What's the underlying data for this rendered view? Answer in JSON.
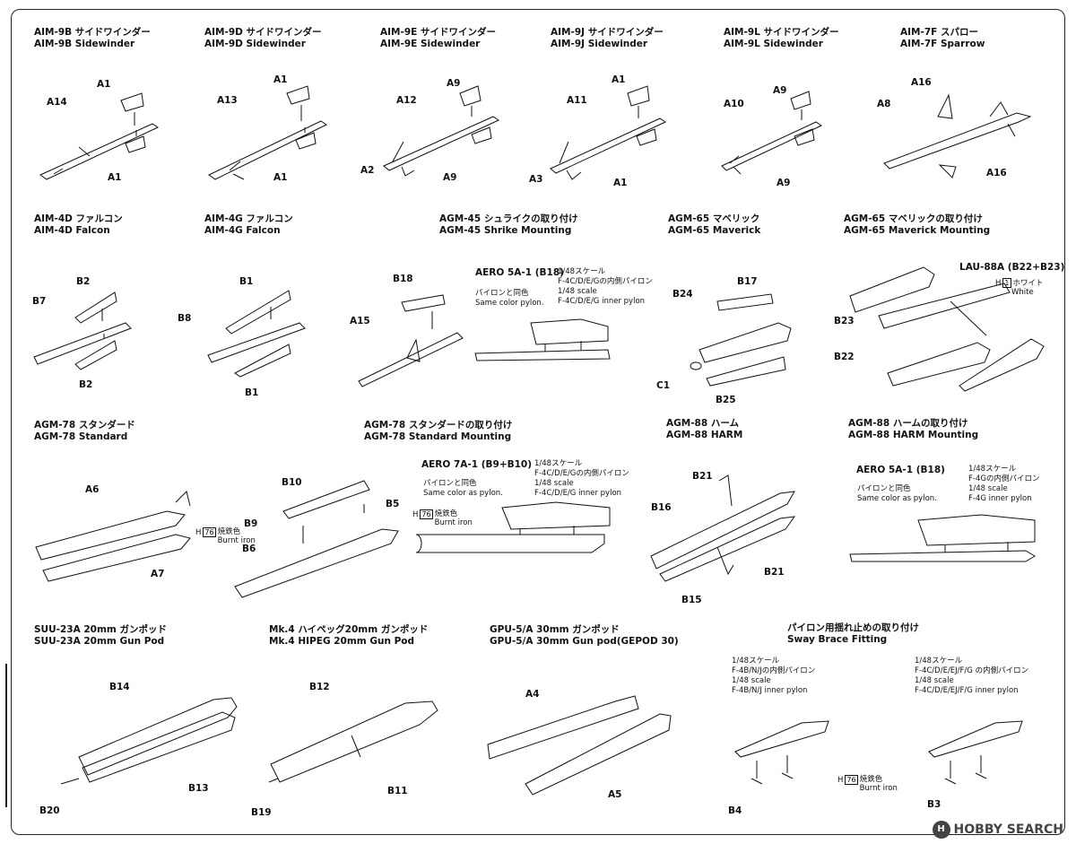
{
  "titles": {
    "aim9b": {
      "jp": "AIM-9B サイドワインダー",
      "en": "AIM-9B Sidewinder"
    },
    "aim9d": {
      "jp": "AIM-9D サイドワインダー",
      "en": "AIM-9D Sidewinder"
    },
    "aim9e": {
      "jp": "AIM-9E サイドワインダー",
      "en": "AIM-9E Sidewinder"
    },
    "aim9j": {
      "jp": "AIM-9J サイドワインダー",
      "en": "AIM-9J Sidewinder"
    },
    "aim9l": {
      "jp": "AIM-9L サイドワインダー",
      "en": "AIM-9L Sidewinder"
    },
    "aim7f": {
      "jp": "AIM-7F スパロー",
      "en": "AIM-7F Sparrow"
    },
    "aim4d": {
      "jp": "AIM-4D ファルコン",
      "en": "AIM-4D Falcon"
    },
    "aim4g": {
      "jp": "AIM-4G ファルコン",
      "en": "AIM-4G Falcon"
    },
    "agm45": {
      "jp": "AGM-45 シュライクの取り付け",
      "en": "AGM-45 Shrike Mounting"
    },
    "agm65": {
      "jp": "AGM-65 マベリック",
      "en": "AGM-65 Maverick"
    },
    "agm65m": {
      "jp": "AGM-65 マベリックの取り付け",
      "en": "AGM-65 Maverick Mounting"
    },
    "agm78": {
      "jp": "AGM-78 スタンダード",
      "en": "AGM-78 Standard"
    },
    "agm78m": {
      "jp": "AGM-78 スタンダードの取り付け",
      "en": "AGM-78 Standard Mounting"
    },
    "agm88": {
      "jp": "AGM-88 ハーム",
      "en": "AGM-88 HARM"
    },
    "agm88m": {
      "jp": "AGM-88 ハームの取り付け",
      "en": "AGM-88 HARM Mounting"
    },
    "suu23": {
      "jp": "SUU-23A 20mm ガンポッド",
      "en": "SUU-23A 20mm Gun Pod"
    },
    "mk4": {
      "jp": "Mk.4 ハイペッグ20mm ガンポッド",
      "en": "Mk.4 HIPEG 20mm Gun Pod"
    },
    "gpu5": {
      "jp": "GPU-5/A 30mm ガンポッド",
      "en": "GPU-5/A 30mm Gun pod(GEPOD 30)"
    },
    "sway": {
      "jp": "パイロン用揺れ止めの取り付け",
      "en": "Sway Brace Fitting"
    }
  },
  "pylon_notes": {
    "aero5a1_agm45": {
      "name": "AERO 5A-1 (B18)",
      "same_jp": "パイロンと同色",
      "same_en": "Same color pylon.",
      "scale_jp": "1/48スケール",
      "pylon_jp": "F-4C/D/E/Gの内側パイロン",
      "scale_en": "1/48 scale",
      "pylon_en": "F-4C/D/E/G inner pylon"
    },
    "lau88a": {
      "name": "LAU-88A (B22+B23)",
      "paint_code": "1",
      "paint_jp": "ホワイト",
      "paint_en": "White"
    },
    "aero7a1": {
      "name": "AERO 7A-1 (B9+B10)",
      "same_jp": "パイロンと同色",
      "same_en": "Same color as pylon.",
      "scale_jp": "1/48スケール",
      "pylon_jp": "F-4C/D/E/Gの内側パイロン",
      "scale_en": "1/48 scale",
      "pylon_en": "F-4C/D/E/G inner pylon"
    },
    "aero5a1_agm88": {
      "name": "AERO 5A-1 (B18)",
      "same_jp": "パイロンと同色",
      "same_en": "Same color as pylon.",
      "scale_jp": "1/48スケール",
      "pylon_jp": "F-4Gの内側パイロン",
      "scale_en": "1/48 scale",
      "pylon_en": "F-4G inner pylon"
    },
    "sway_left": {
      "scale_jp": "1/48スケール",
      "pylon_jp": "F-4B/N/Jの内側パイロン",
      "scale_en": "1/48 scale",
      "pylon_en": "F-4B/N/J inner pylon"
    },
    "sway_right": {
      "scale_jp": "1/48スケール",
      "pylon_jp": "F-4C/D/E/EJ/F/G の内側パイロン",
      "scale_en": "1/48 scale",
      "pylon_en": "F-4C/D/E/EJ/F/G inner pylon"
    }
  },
  "paint_burnt_iron": {
    "code": "76",
    "jp": "焼鉄色",
    "en": "Burnt iron"
  },
  "paint_prefix": "H",
  "parts": {
    "a1": "A1",
    "a2": "A2",
    "a3": "A3",
    "a4": "A4",
    "a5": "A5",
    "a6": "A6",
    "a7": "A7",
    "a8": "A8",
    "a9": "A9",
    "a10": "A10",
    "a11": "A11",
    "a12": "A12",
    "a13": "A13",
    "a14": "A14",
    "a15": "A15",
    "a16": "A16",
    "b1": "B1",
    "b2": "B2",
    "b3": "B3",
    "b4": "B4",
    "b5": "B5",
    "b6": "B6",
    "b7": "B7",
    "b8": "B8",
    "b9": "B9",
    "b10": "B10",
    "b11": "B11",
    "b12": "B12",
    "b13": "B13",
    "b14": "B14",
    "b15": "B15",
    "b16": "B16",
    "b17": "B17",
    "b18": "B18",
    "b19": "B19",
    "b20": "B20",
    "b21": "B21",
    "b22": "B22",
    "b23": "B23",
    "b24": "B24",
    "b25": "B25",
    "c1": "C1"
  },
  "watermark": {
    "text": "HOBBY SEARCH",
    "logo": "H"
  }
}
